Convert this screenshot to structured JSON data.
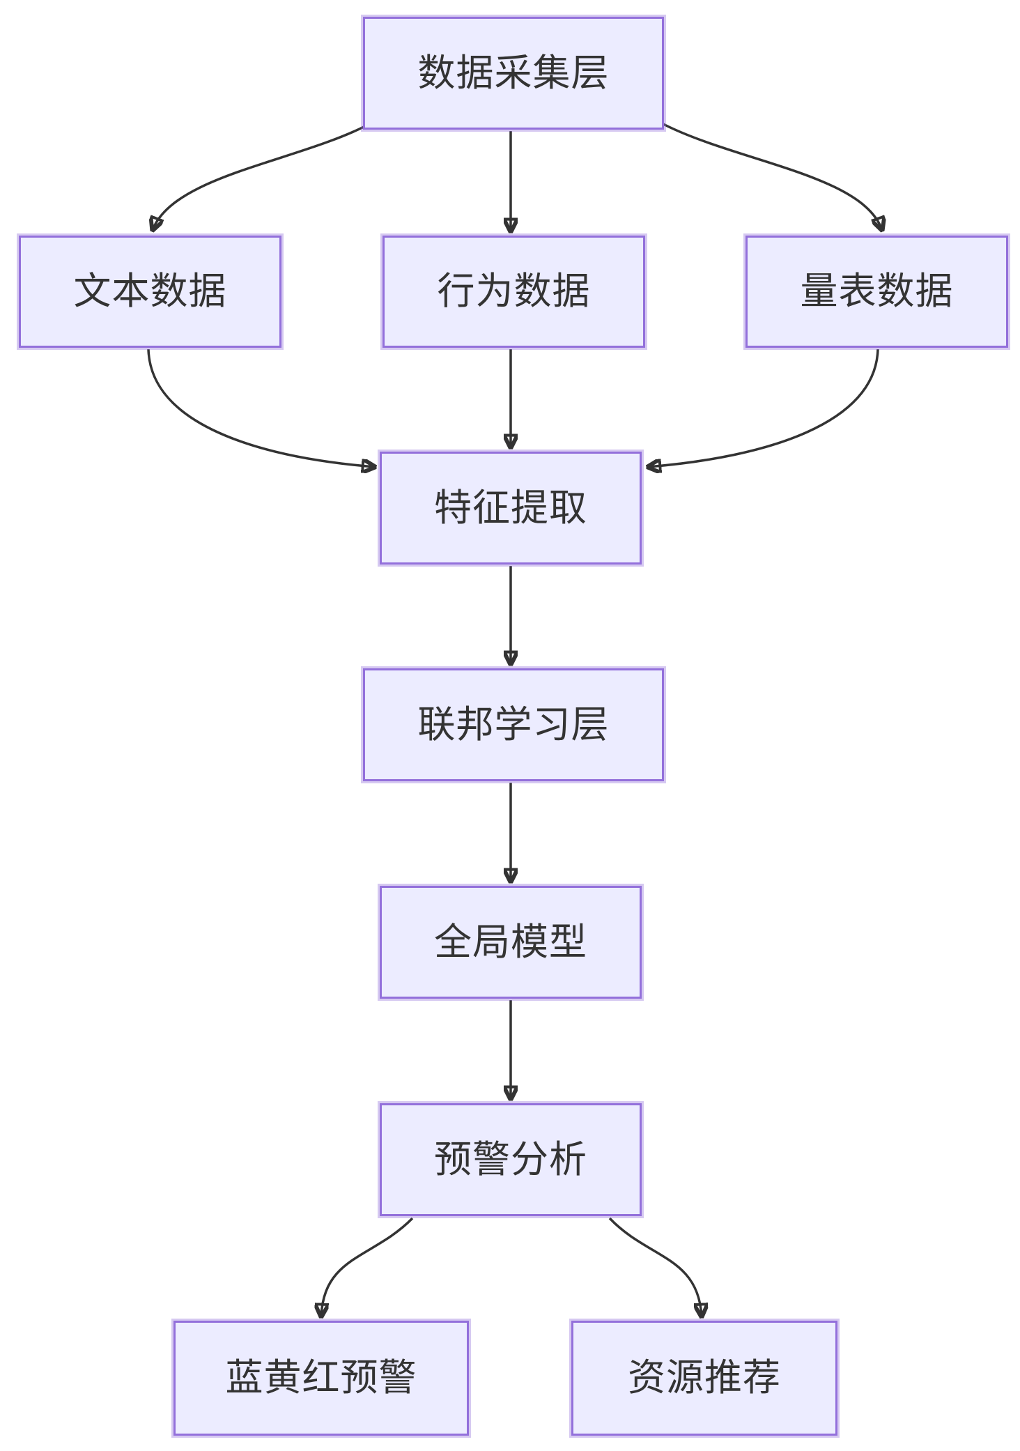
{
  "diagram": {
    "type": "flowchart",
    "direction": "top-down",
    "colors": {
      "background": "#FFFFFF",
      "node_fill": "#ECECFF",
      "node_border": "#9370DB",
      "node_border_halo": "#B9A5E8",
      "edge": "#333333",
      "text": "#333333"
    },
    "nodes": [
      {
        "id": "data-collection-layer",
        "label": "数据采集层"
      },
      {
        "id": "text-data",
        "label": "文本数据"
      },
      {
        "id": "behavior-data",
        "label": "行为数据"
      },
      {
        "id": "scale-data",
        "label": "量表数据"
      },
      {
        "id": "feature-extraction",
        "label": "特征提取"
      },
      {
        "id": "federated-learning-layer",
        "label": "联邦学习层"
      },
      {
        "id": "global-model",
        "label": "全局模型"
      },
      {
        "id": "warning-analysis",
        "label": "预警分析"
      },
      {
        "id": "blue-yellow-red-warning",
        "label": "蓝黄红预警"
      },
      {
        "id": "resource-recommendation",
        "label": "资源推荐"
      }
    ],
    "edges": [
      {
        "from": "data-collection-layer",
        "to": "text-data"
      },
      {
        "from": "data-collection-layer",
        "to": "behavior-data"
      },
      {
        "from": "data-collection-layer",
        "to": "scale-data"
      },
      {
        "from": "text-data",
        "to": "feature-extraction"
      },
      {
        "from": "behavior-data",
        "to": "feature-extraction"
      },
      {
        "from": "scale-data",
        "to": "feature-extraction"
      },
      {
        "from": "feature-extraction",
        "to": "federated-learning-layer"
      },
      {
        "from": "federated-learning-layer",
        "to": "global-model"
      },
      {
        "from": "global-model",
        "to": "warning-analysis"
      },
      {
        "from": "warning-analysis",
        "to": "blue-yellow-red-warning"
      },
      {
        "from": "warning-analysis",
        "to": "resource-recommendation"
      }
    ]
  }
}
